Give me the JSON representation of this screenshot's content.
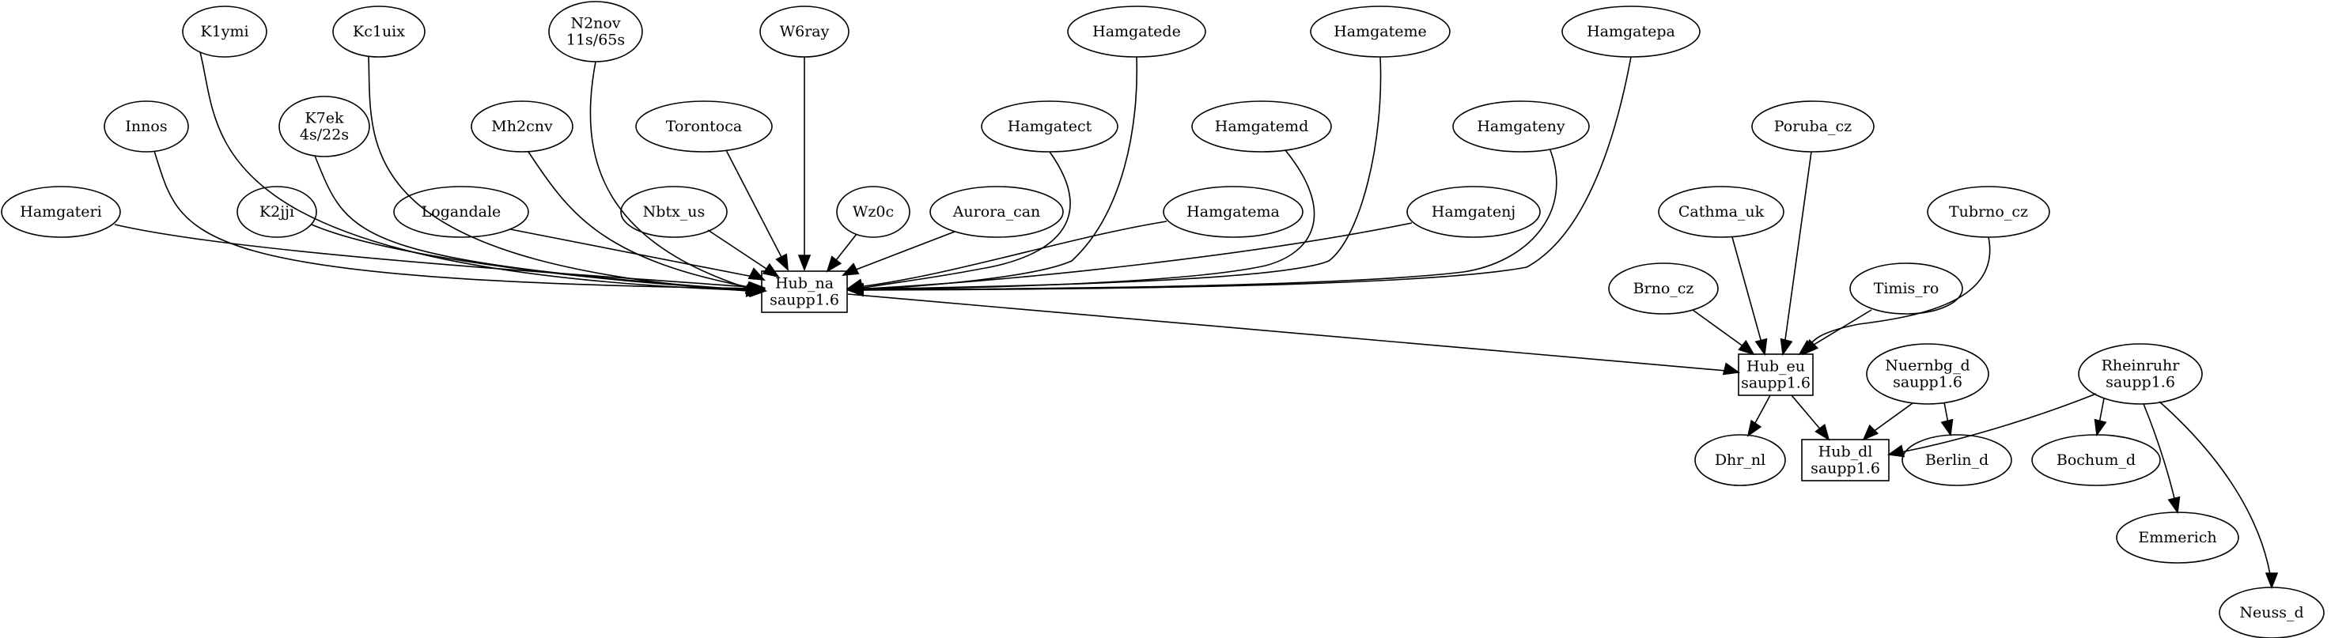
{
  "graph": {
    "nodes": [
      {
        "id": "k1ymi",
        "shape": "ellipse",
        "lines": [
          "K1ymi"
        ]
      },
      {
        "id": "kc1uix",
        "shape": "ellipse",
        "lines": [
          "Kc1uix"
        ]
      },
      {
        "id": "n2nov",
        "shape": "ellipse",
        "lines": [
          "N2nov",
          "11s/65s"
        ]
      },
      {
        "id": "w6ray",
        "shape": "ellipse",
        "lines": [
          "W6ray"
        ]
      },
      {
        "id": "hamgatede",
        "shape": "ellipse",
        "lines": [
          "Hamgatede"
        ]
      },
      {
        "id": "hamgateme",
        "shape": "ellipse",
        "lines": [
          "Hamgateme"
        ]
      },
      {
        "id": "hamgatepa",
        "shape": "ellipse",
        "lines": [
          "Hamgatepa"
        ]
      },
      {
        "id": "innos",
        "shape": "ellipse",
        "lines": [
          "Innos"
        ]
      },
      {
        "id": "k7ek",
        "shape": "ellipse",
        "lines": [
          "K7ek",
          "4s/22s"
        ]
      },
      {
        "id": "mh2cnv",
        "shape": "ellipse",
        "lines": [
          "Mh2cnv"
        ]
      },
      {
        "id": "torontoca",
        "shape": "ellipse",
        "lines": [
          "Torontoca"
        ]
      },
      {
        "id": "hamgatect",
        "shape": "ellipse",
        "lines": [
          "Hamgatect"
        ]
      },
      {
        "id": "hamgatemd",
        "shape": "ellipse",
        "lines": [
          "Hamgatemd"
        ]
      },
      {
        "id": "hamgateny",
        "shape": "ellipse",
        "lines": [
          "Hamgateny"
        ]
      },
      {
        "id": "poruba_cz",
        "shape": "ellipse",
        "lines": [
          "Poruba_cz"
        ]
      },
      {
        "id": "hamgateri",
        "shape": "ellipse",
        "lines": [
          "Hamgateri"
        ]
      },
      {
        "id": "k2jji",
        "shape": "ellipse",
        "lines": [
          "K2jji"
        ]
      },
      {
        "id": "logandale",
        "shape": "ellipse",
        "lines": [
          "Logandale"
        ]
      },
      {
        "id": "nbtx_us",
        "shape": "ellipse",
        "lines": [
          "Nbtx_us"
        ]
      },
      {
        "id": "wz0c",
        "shape": "ellipse",
        "lines": [
          "Wz0c"
        ]
      },
      {
        "id": "aurora_can",
        "shape": "ellipse",
        "lines": [
          "Aurora_can"
        ]
      },
      {
        "id": "hamgatema",
        "shape": "ellipse",
        "lines": [
          "Hamgatema"
        ]
      },
      {
        "id": "hamgatenj",
        "shape": "ellipse",
        "lines": [
          "Hamgatenj"
        ]
      },
      {
        "id": "cathma_uk",
        "shape": "ellipse",
        "lines": [
          "Cathma_uk"
        ]
      },
      {
        "id": "tubrno_cz",
        "shape": "ellipse",
        "lines": [
          "Tubrno_cz"
        ]
      },
      {
        "id": "hub_na",
        "shape": "box",
        "lines": [
          "Hub_na",
          "saupp1.6"
        ]
      },
      {
        "id": "brno_cz",
        "shape": "ellipse",
        "lines": [
          "Brno_cz"
        ]
      },
      {
        "id": "timis_ro",
        "shape": "ellipse",
        "lines": [
          "Timis_ro"
        ]
      },
      {
        "id": "hub_eu",
        "shape": "box",
        "lines": [
          "Hub_eu",
          "saupp1.6"
        ]
      },
      {
        "id": "nuernbg_d",
        "shape": "ellipse",
        "lines": [
          "Nuernbg_d",
          "saupp1.6"
        ]
      },
      {
        "id": "rheinruhr",
        "shape": "ellipse",
        "lines": [
          "Rheinruhr",
          "saupp1.6"
        ]
      },
      {
        "id": "dhr_nl",
        "shape": "ellipse",
        "lines": [
          "Dhr_nl"
        ]
      },
      {
        "id": "hub_dl",
        "shape": "box",
        "lines": [
          "Hub_dl",
          "saupp1.6"
        ]
      },
      {
        "id": "berlin_d",
        "shape": "ellipse",
        "lines": [
          "Berlin_d"
        ]
      },
      {
        "id": "bochum_d",
        "shape": "ellipse",
        "lines": [
          "Bochum_d"
        ]
      },
      {
        "id": "emmerich",
        "shape": "ellipse",
        "lines": [
          "Emmerich"
        ]
      },
      {
        "id": "neuss_d",
        "shape": "ellipse",
        "lines": [
          "Neuss_d"
        ]
      }
    ],
    "edges": [
      {
        "from": "k1ymi",
        "to": "hub_na"
      },
      {
        "from": "kc1uix",
        "to": "hub_na"
      },
      {
        "from": "n2nov",
        "to": "hub_na"
      },
      {
        "from": "w6ray",
        "to": "hub_na"
      },
      {
        "from": "hamgatede",
        "to": "hub_na"
      },
      {
        "from": "hamgateme",
        "to": "hub_na"
      },
      {
        "from": "hamgatepa",
        "to": "hub_na"
      },
      {
        "from": "innos",
        "to": "hub_na"
      },
      {
        "from": "k7ek",
        "to": "hub_na"
      },
      {
        "from": "mh2cnv",
        "to": "hub_na"
      },
      {
        "from": "torontoca",
        "to": "hub_na"
      },
      {
        "from": "hamgatect",
        "to": "hub_na"
      },
      {
        "from": "hamgatemd",
        "to": "hub_na"
      },
      {
        "from": "hamgateny",
        "to": "hub_na"
      },
      {
        "from": "hamgateri",
        "to": "hub_na"
      },
      {
        "from": "k2jji",
        "to": "hub_na"
      },
      {
        "from": "logandale",
        "to": "hub_na"
      },
      {
        "from": "nbtx_us",
        "to": "hub_na"
      },
      {
        "from": "wz0c",
        "to": "hub_na"
      },
      {
        "from": "aurora_can",
        "to": "hub_na"
      },
      {
        "from": "hamgatema",
        "to": "hub_na"
      },
      {
        "from": "hamgatenj",
        "to": "hub_na"
      },
      {
        "from": "hub_na",
        "to": "hub_eu"
      },
      {
        "from": "poruba_cz",
        "to": "hub_eu"
      },
      {
        "from": "cathma_uk",
        "to": "hub_eu"
      },
      {
        "from": "tubrno_cz",
        "to": "hub_eu"
      },
      {
        "from": "brno_cz",
        "to": "hub_eu"
      },
      {
        "from": "timis_ro",
        "to": "hub_eu"
      },
      {
        "from": "hub_eu",
        "to": "dhr_nl"
      },
      {
        "from": "hub_eu",
        "to": "hub_dl"
      },
      {
        "from": "nuernbg_d",
        "to": "hub_dl"
      },
      {
        "from": "nuernbg_d",
        "to": "berlin_d"
      },
      {
        "from": "rheinruhr",
        "to": "hub_dl"
      },
      {
        "from": "rheinruhr",
        "to": "bochum_d"
      },
      {
        "from": "rheinruhr",
        "to": "emmerich"
      },
      {
        "from": "rheinruhr",
        "to": "neuss_d"
      }
    ]
  }
}
